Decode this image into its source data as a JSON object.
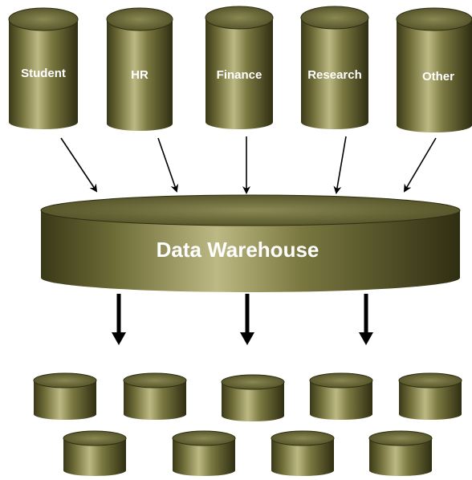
{
  "sources": [
    {
      "label": "Student"
    },
    {
      "label": "HR"
    },
    {
      "label": "Finance"
    },
    {
      "label": "Research"
    },
    {
      "label": "Other"
    }
  ],
  "warehouse": {
    "label": "Data Warehouse"
  },
  "marts": {
    "row1_count": 5,
    "row2_count": 4
  },
  "colors": {
    "cylinder_dark": "#3f3e1c",
    "cylinder_mid": "#6c6b34",
    "cylinder_light": "#b7b47c",
    "top_face": "#6e6d3a",
    "arrow": "#000000",
    "background": "#ffffff"
  }
}
